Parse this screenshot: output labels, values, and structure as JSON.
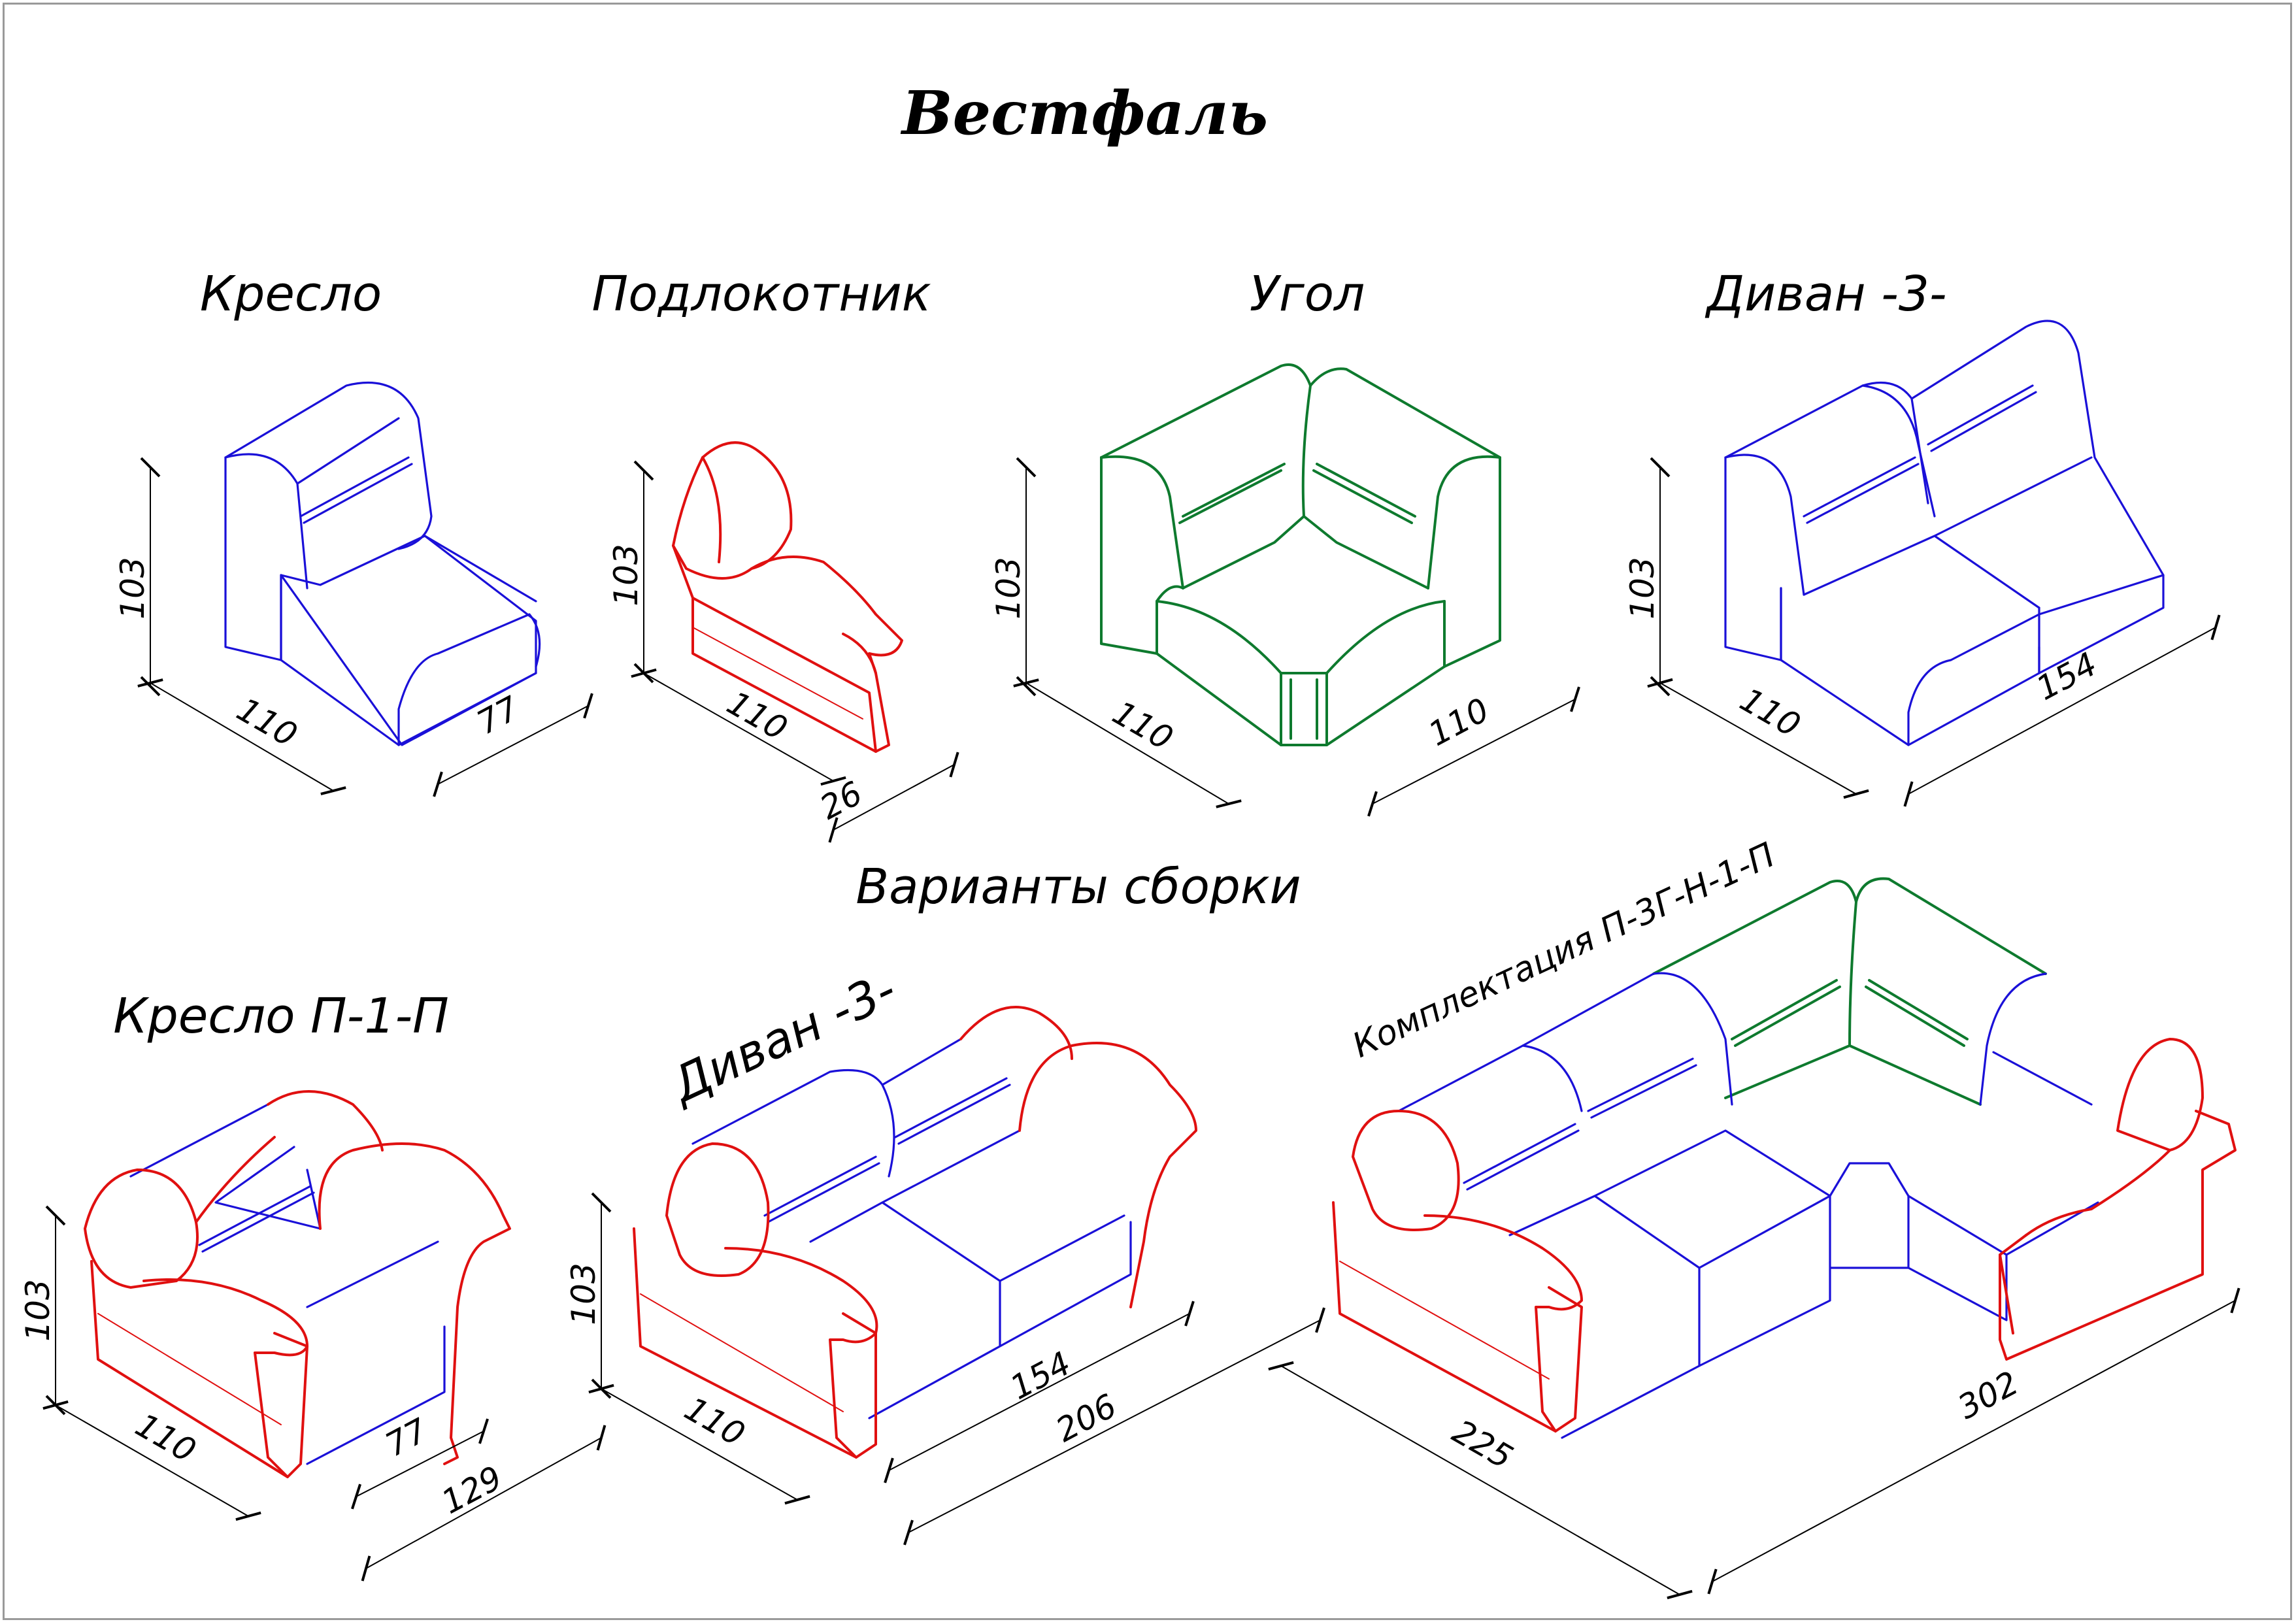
{
  "title": "Вестфаль",
  "section_title": "Варианты сборки",
  "colors": {
    "module": "#1a10d8",
    "armrest": "#e01010",
    "corner": "#0e7a2e",
    "dimension": "#000000"
  },
  "modules": [
    {
      "label": "Кресло",
      "color": "blue",
      "dims": {
        "height": "103",
        "depth": "110",
        "width": "77"
      }
    },
    {
      "label": "Подлокотник",
      "color": "red",
      "dims": {
        "height": "103",
        "depth": "110",
        "width": "26"
      }
    },
    {
      "label": "Угол",
      "color": "green",
      "dims": {
        "height": "103",
        "depth": "110",
        "width": "110"
      }
    },
    {
      "label": "Диван -3-",
      "color": "blue",
      "dims": {
        "height": "103",
        "depth": "110",
        "width": "154"
      }
    }
  ],
  "assemblies": [
    {
      "label": "Кресло П-1-П",
      "dims": {
        "height": "103",
        "depth": "110",
        "inner": "77",
        "total": "129"
      }
    },
    {
      "label": "Диван -3-",
      "dims": {
        "height": "103",
        "depth": "110",
        "inner": "154",
        "total": "206"
      }
    },
    {
      "label": "Комплектация П-3Г-Н-1-П",
      "dims": {
        "left": "225",
        "right": "302"
      }
    }
  ]
}
